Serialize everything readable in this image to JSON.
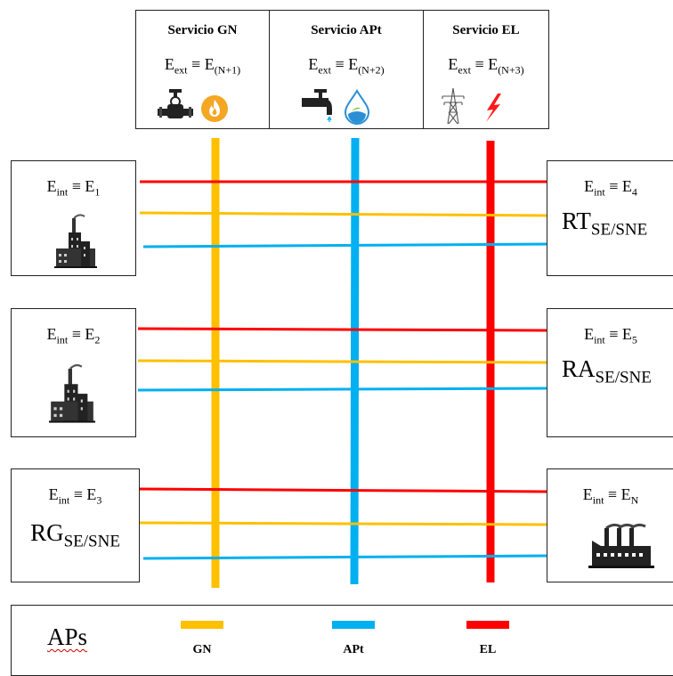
{
  "services": [
    {
      "title": "Servicio GN",
      "eq_lhs": "E",
      "eq_lhs_sub": "ext",
      "eq_op": " ≡ ",
      "eq_rhs": "E",
      "eq_rhs_sub": "(N+1)"
    },
    {
      "title": "Servicio APt",
      "eq_lhs": "E",
      "eq_lhs_sub": "ext",
      "eq_op": " ≡ ",
      "eq_rhs": "E",
      "eq_rhs_sub": "(N+2)"
    },
    {
      "title": "Servicio EL",
      "eq_lhs": "E",
      "eq_lhs_sub": "ext",
      "eq_op": " ≡ ",
      "eq_rhs": "E",
      "eq_rhs_sub": "(N+3)"
    }
  ],
  "icons": {
    "gn": [
      "valve-icon",
      "flame-icon"
    ],
    "apt": [
      "faucet-icon",
      "water-drop-icon"
    ],
    "el": [
      "power-tower-icon",
      "lightning-icon"
    ],
    "entity": "factory-icon"
  },
  "entities_left": [
    {
      "lhs": "E",
      "lhs_sub": "int",
      "op": " ≡ ",
      "rhs": "E",
      "rhs_sub": "1"
    },
    {
      "lhs": "E",
      "lhs_sub": "int",
      "op": " ≡ ",
      "rhs": "E",
      "rhs_sub": "2"
    },
    {
      "lhs": "E",
      "lhs_sub": "int",
      "op": " ≡ ",
      "rhs": "E",
      "rhs_sub": "3",
      "big": "RG",
      "big_sub": "SE/SNE"
    }
  ],
  "entities_right": [
    {
      "lhs": "E",
      "lhs_sub": "int",
      "op": " ≡ ",
      "rhs": "E",
      "rhs_sub": "4",
      "big": "RT",
      "big_sub": "SE/SNE"
    },
    {
      "lhs": "E",
      "lhs_sub": "int",
      "op": " ≡ ",
      "rhs": "E",
      "rhs_sub": "5",
      "big": "RA",
      "big_sub": "SE/SNE"
    },
    {
      "lhs": "E",
      "lhs_sub": "int",
      "op": " ≡ ",
      "rhs": "E",
      "rhs_sub": "N"
    }
  ],
  "legend": {
    "title": "APs",
    "items": [
      {
        "label": "GN",
        "color": "#FFC000"
      },
      {
        "label": "APt",
        "color": "#00B0F0"
      },
      {
        "label": "EL",
        "color": "#FF0000"
      }
    ]
  },
  "colors": {
    "gn": "#FFC000",
    "apt": "#00B0F0",
    "el": "#FF0000"
  }
}
